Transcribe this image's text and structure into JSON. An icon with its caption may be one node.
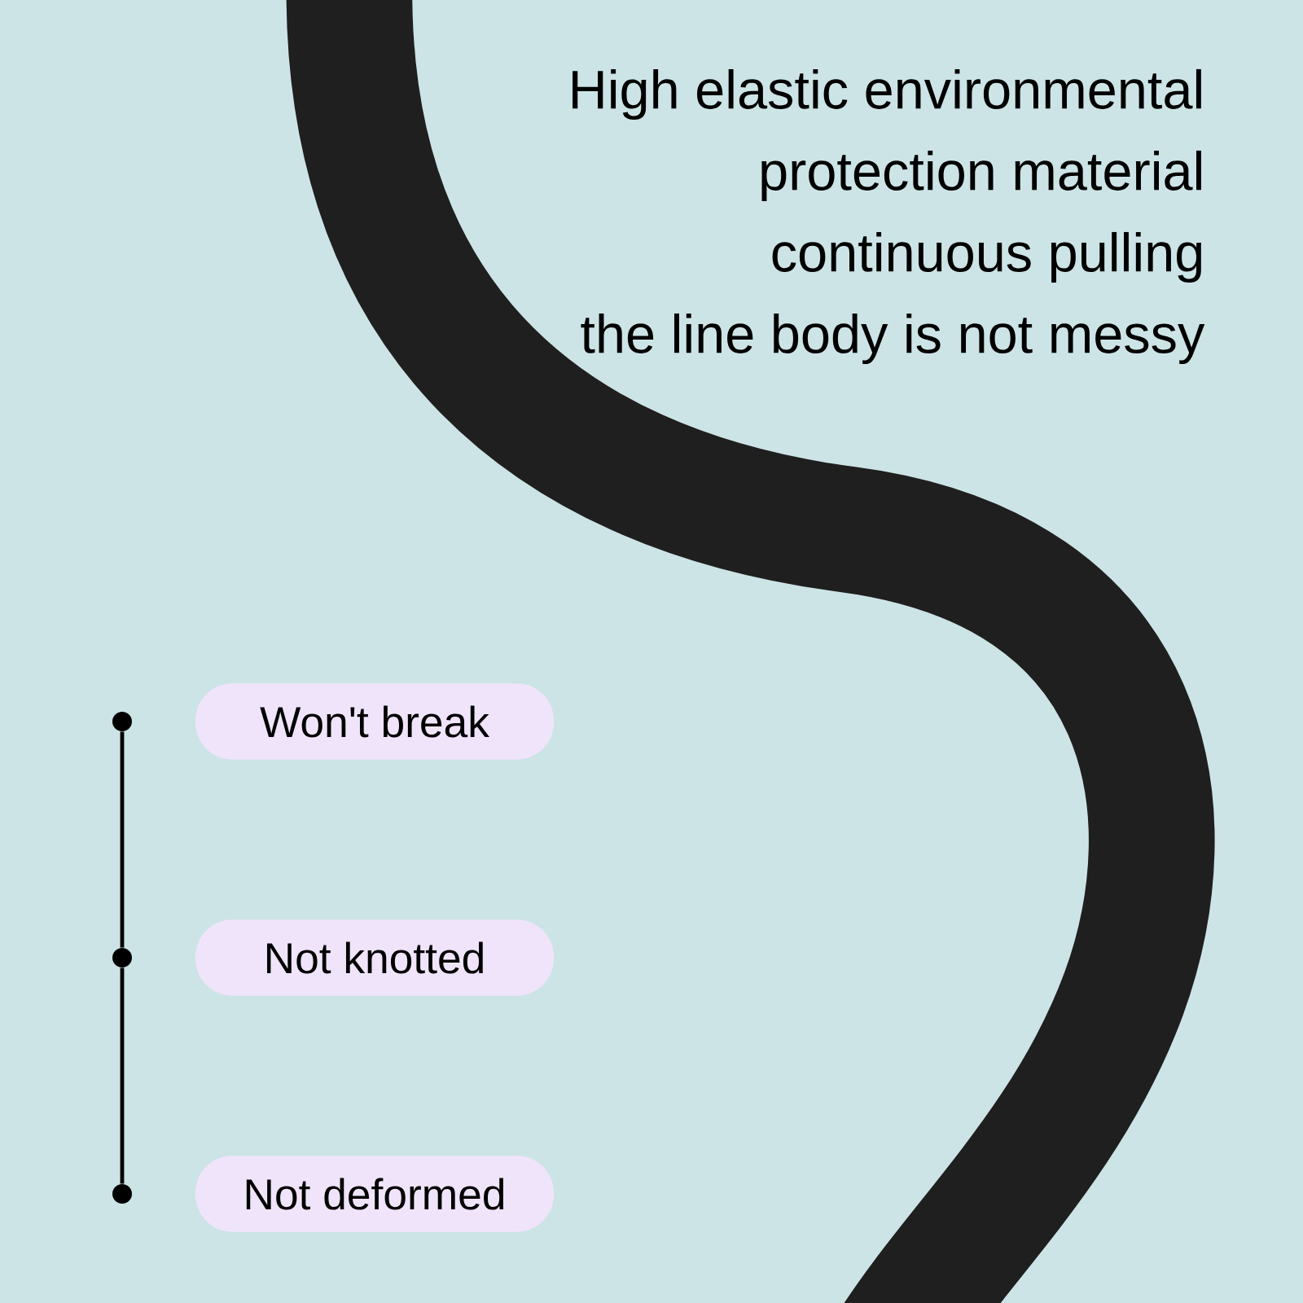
{
  "diagram": {
    "nodes": [
      {
        "text": [],
        "shape": "circle"
      },
      {
        "text": [],
        "shape": "circle"
      },
      {
        "text": [],
        "shape": "circle"
      },
      {
        "text": [
          "Won't break"
        ]
      },
      {
        "text": [
          "Not knotted"
        ]
      },
      {
        "text": [
          "Not deformed"
        ]
      }
    ],
    "edges": [
      {
        "from": 0,
        "to": 1,
        "arrow": "none"
      },
      {
        "from": 1,
        "to": 2,
        "arrow": "none"
      }
    ],
    "labels": [
      "High elastic environmental",
      "protection material",
      "continuous pulling",
      "the line body is not messy"
    ]
  }
}
